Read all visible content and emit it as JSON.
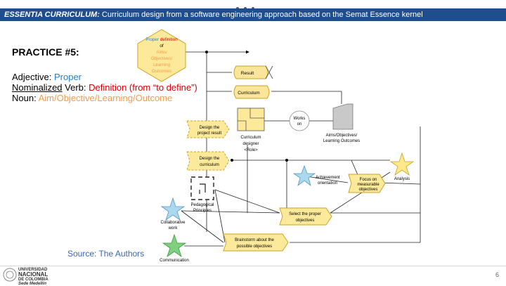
{
  "header": {
    "title_italic": "ESSENTIA CURRICULUM:",
    "title_rest": " Curriculum design from a software engineering approach based on the Semat Essence kernel"
  },
  "practice": {
    "title": "PRACTICE #5:",
    "adjective_label": "Adjective: ",
    "adjective_value": "Proper",
    "verb_label": "Nominalized",
    "verb_label_rest": " Verb: ",
    "verb_value": "Definition (from “to define”)",
    "noun_label": "Noun: ",
    "noun_value": "Aim/Objective/Learning/Outcome"
  },
  "source": "Source: The Authors",
  "page_number": "6",
  "logo": {
    "line1": "UNIVERSIDAD",
    "line2": "NACIONAL",
    "line3": "DE COLOMBIA",
    "line4": "Sede Medellín"
  },
  "diagram": {
    "hexagon": {
      "word1": "Proper",
      "word2": "definition",
      "line2": "of",
      "line3": "Aims/",
      "line4": "Objectives/",
      "line5": "Learning",
      "line6": "Outcomes"
    },
    "alphas": {
      "result": "Result",
      "curriculum": "Curriculum"
    },
    "activities": {
      "design_result": [
        "Design the",
        "project result"
      ],
      "design_curriculum": [
        "Design the",
        "curriculum"
      ],
      "focus": [
        "Focus on",
        "measurable",
        "objectives"
      ],
      "select": [
        "Select the proper",
        "objectives"
      ],
      "brainstorm": [
        "Brainstorm about the",
        "possible objectives"
      ]
    },
    "role": [
      "Curriculum",
      "designer",
      "<Role>"
    ],
    "works_on": [
      "Works",
      "on"
    ],
    "work_product": [
      "Aims/Objectives/",
      "Learning Outcomes"
    ],
    "pattern": [
      "Pedagogical",
      "Principles"
    ],
    "competencies": {
      "achievement": [
        "Achievement",
        "orientation"
      ],
      "analysis": "Analysis",
      "collaborative": [
        "Collaborative",
        "work"
      ],
      "communication": "Communication"
    },
    "colors": {
      "alpha_fill": "#fbe59a",
      "alpha_stroke": "#c9a227",
      "activity_fill": "#fde99a",
      "star_blue": "#a9d8ef",
      "star_yellow": "#fde98a",
      "star_green": "#7fd07f"
    }
  }
}
